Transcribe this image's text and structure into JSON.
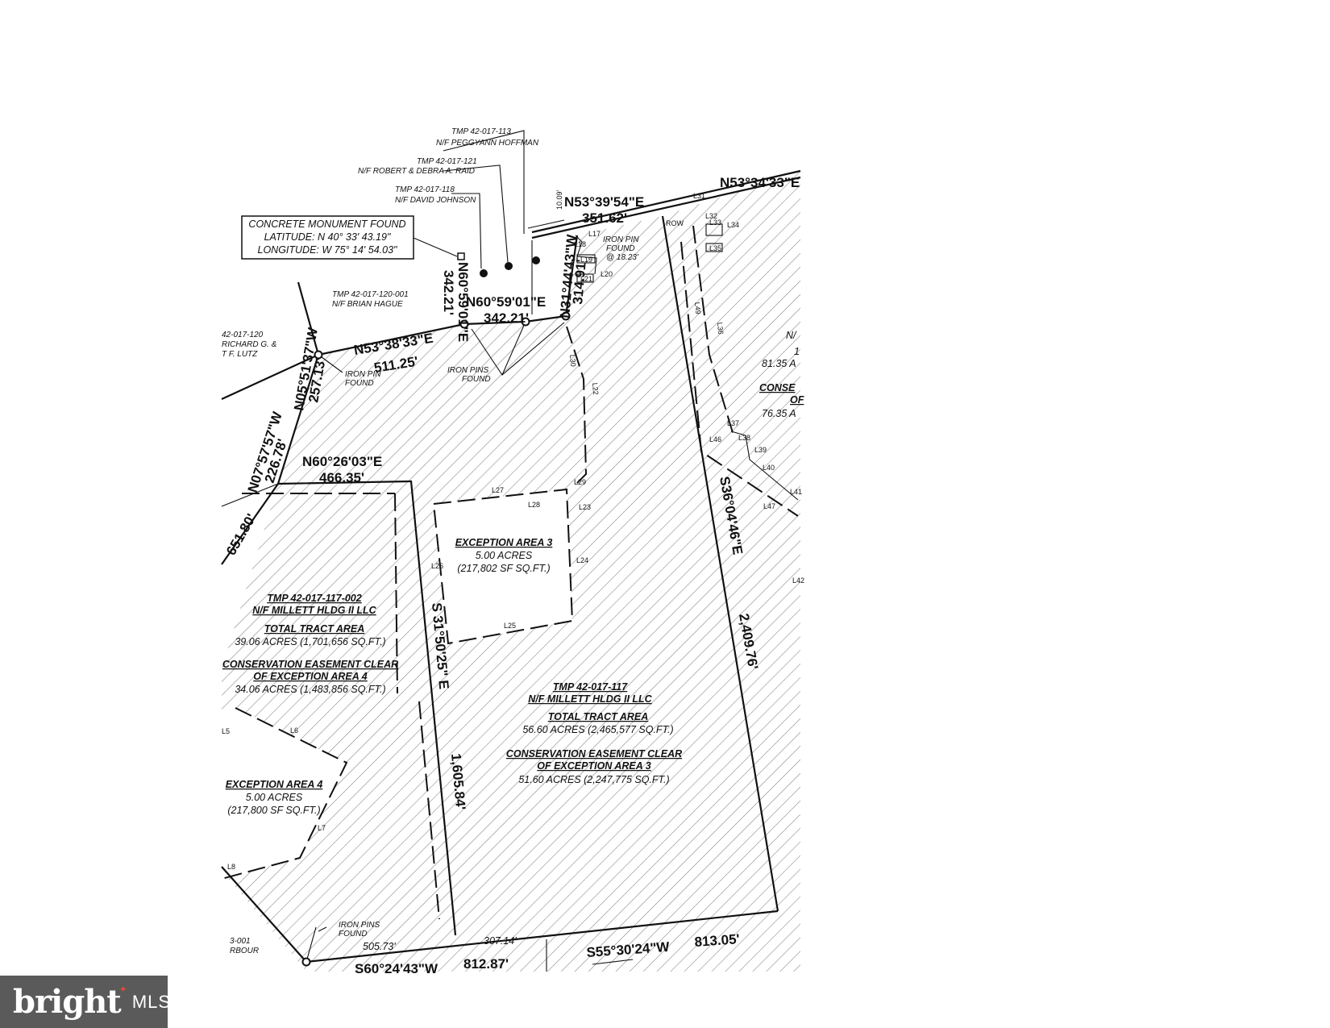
{
  "monument": {
    "title": "CONCRETE MONUMENT FOUND",
    "latitude": "LATITUDE:  N 40° 33' 43.19\"",
    "longitude": "LONGITUDE:  W 75° 14' 54.03\""
  },
  "neighbors": {
    "n113_tmp": "TMP 42-017-113",
    "n113_owner": "N/F PEGGYANN HOFFMAN",
    "n121_tmp": "TMP 42-017-121",
    "n121_owner": "N/F ROBERT & DEBRA A. RAID",
    "n118_tmp": "TMP 42-017-118",
    "n118_owner": "N/F DAVID JOHNSON",
    "n120001_tmp": "TMP 42-017-120-001",
    "n120001_owner": "N/F BRIAN HAGUE",
    "n120_tmp": "42-017-120",
    "n120_owner1": "RICHARD G. &",
    "n120_owner2": "T F. LUTZ",
    "bottom_tmp": "3-001",
    "bottom_owner": "RBOUR",
    "right_nf": "N/",
    "right_1": "1",
    "right_area": "81.35 A",
    "right_cons": "CONSE",
    "right_of": "OF",
    "right_area2": "76.35 A"
  },
  "bearings": {
    "top_right_a": "N53°39'54\"E",
    "top_right_a_dist": "351.62'",
    "top_right_b": "N53°34'33\"E",
    "top_short": "10.09'",
    "n60_59": "N60°59'01\"E",
    "n60_59_dist": "342.21'",
    "n60_59_vert": "N60°59'01\"E",
    "n60_59_vert_dist": "342.21'",
    "n31": "N31°44'43\"W",
    "n31_dist": "314.91'",
    "n53_38": "N53°38'33\"E",
    "n53_38_dist": "511.25'",
    "n05": "N05°51'37\"W",
    "n05_dist": "257.13'",
    "n07": "N07°57'57\"W",
    "n07_dist": "226.78'",
    "n60_26": "N60°26'03\"E",
    "n60_26_dist": "466.35'",
    "left_dist": "651.80'",
    "s31": "S 31°50'25\" E",
    "s31_dist": "1,605.84'",
    "s36": "S36°04'46\"E",
    "s36_dist": "2,409.76'",
    "s60": "S60°24'43\"W",
    "s60_dist": "812.87'",
    "s55": "S55°30'24\"W",
    "s55_dist": "813.05'",
    "seg_505": "505.73'",
    "seg_307": "307.14'"
  },
  "iron": {
    "pin_found_1": "IRON PIN",
    "pin_found_1b": "FOUND",
    "pins_found_mid": "IRON PINS",
    "pins_found_midb": "FOUND",
    "pin_found_top": "IRON PIN",
    "pin_found_topb": "FOUND",
    "pin_found_topc": "@ 18.23'",
    "pins_found_bottom": "IRON PINS",
    "pins_found_bottomb": "FOUND",
    "row": "ROW"
  },
  "exception3": {
    "title": "EXCEPTION AREA 3",
    "acres": "5.00 ACRES",
    "sf": "(217,802 SF SQ.FT.)"
  },
  "exception4": {
    "title": "EXCEPTION AREA 4",
    "acres": "5.00 ACRES",
    "sf": "(217,800 SF SQ.FT.)"
  },
  "tract_left": {
    "tmp": "TMP 42-017-117-002",
    "owner": "N/F MILLETT HLDG II LLC",
    "total_title": "TOTAL TRACT AREA",
    "total": "39.06 ACRES (1,701,656 SQ.FT.)",
    "cons_title1": "CONSERVATION EASEMENT CLEAR",
    "cons_title2": "OF EXCEPTION AREA 4",
    "cons": "34.06 ACRES (1,483,856 SQ.FT.)"
  },
  "tract_main": {
    "tmp": "TMP 42-017-117",
    "owner": "N/F MILLETT HLDG II LLC",
    "total_title": "TOTAL TRACT AREA",
    "total": "56.60 ACRES (2,465,577 SQ.FT.)",
    "cons_title1": "CONSERVATION EASEMENT CLEAR",
    "cons_title2": "OF EXCEPTION AREA 3",
    "cons": "51.60 ACRES (2,247,775 SQ.FT.)"
  },
  "line_tags": {
    "L17": "L17",
    "L18": "L18",
    "L19": "L19",
    "L20": "L20",
    "L21": "L21",
    "L22": "L22",
    "L23": "L23",
    "L24": "L24",
    "L25": "L25",
    "L26": "L26",
    "L27": "L27",
    "L28": "L28",
    "L29": "L29",
    "L30": "L30",
    "L31": "L31",
    "L32": "L32",
    "L33": "L33",
    "L34": "L34",
    "L35": "L35",
    "L36": "L36",
    "L37": "L37",
    "L38": "L38",
    "L39": "L39",
    "L40": "L40",
    "L41": "L41",
    "L42": "L42",
    "L46": "L46",
    "L47": "L47",
    "L49": "L49",
    "L6": "L6",
    "L7": "L7",
    "L8": "L8",
    "L5": "L5"
  },
  "logo": {
    "word": "bright",
    "suffix": "MLS"
  }
}
